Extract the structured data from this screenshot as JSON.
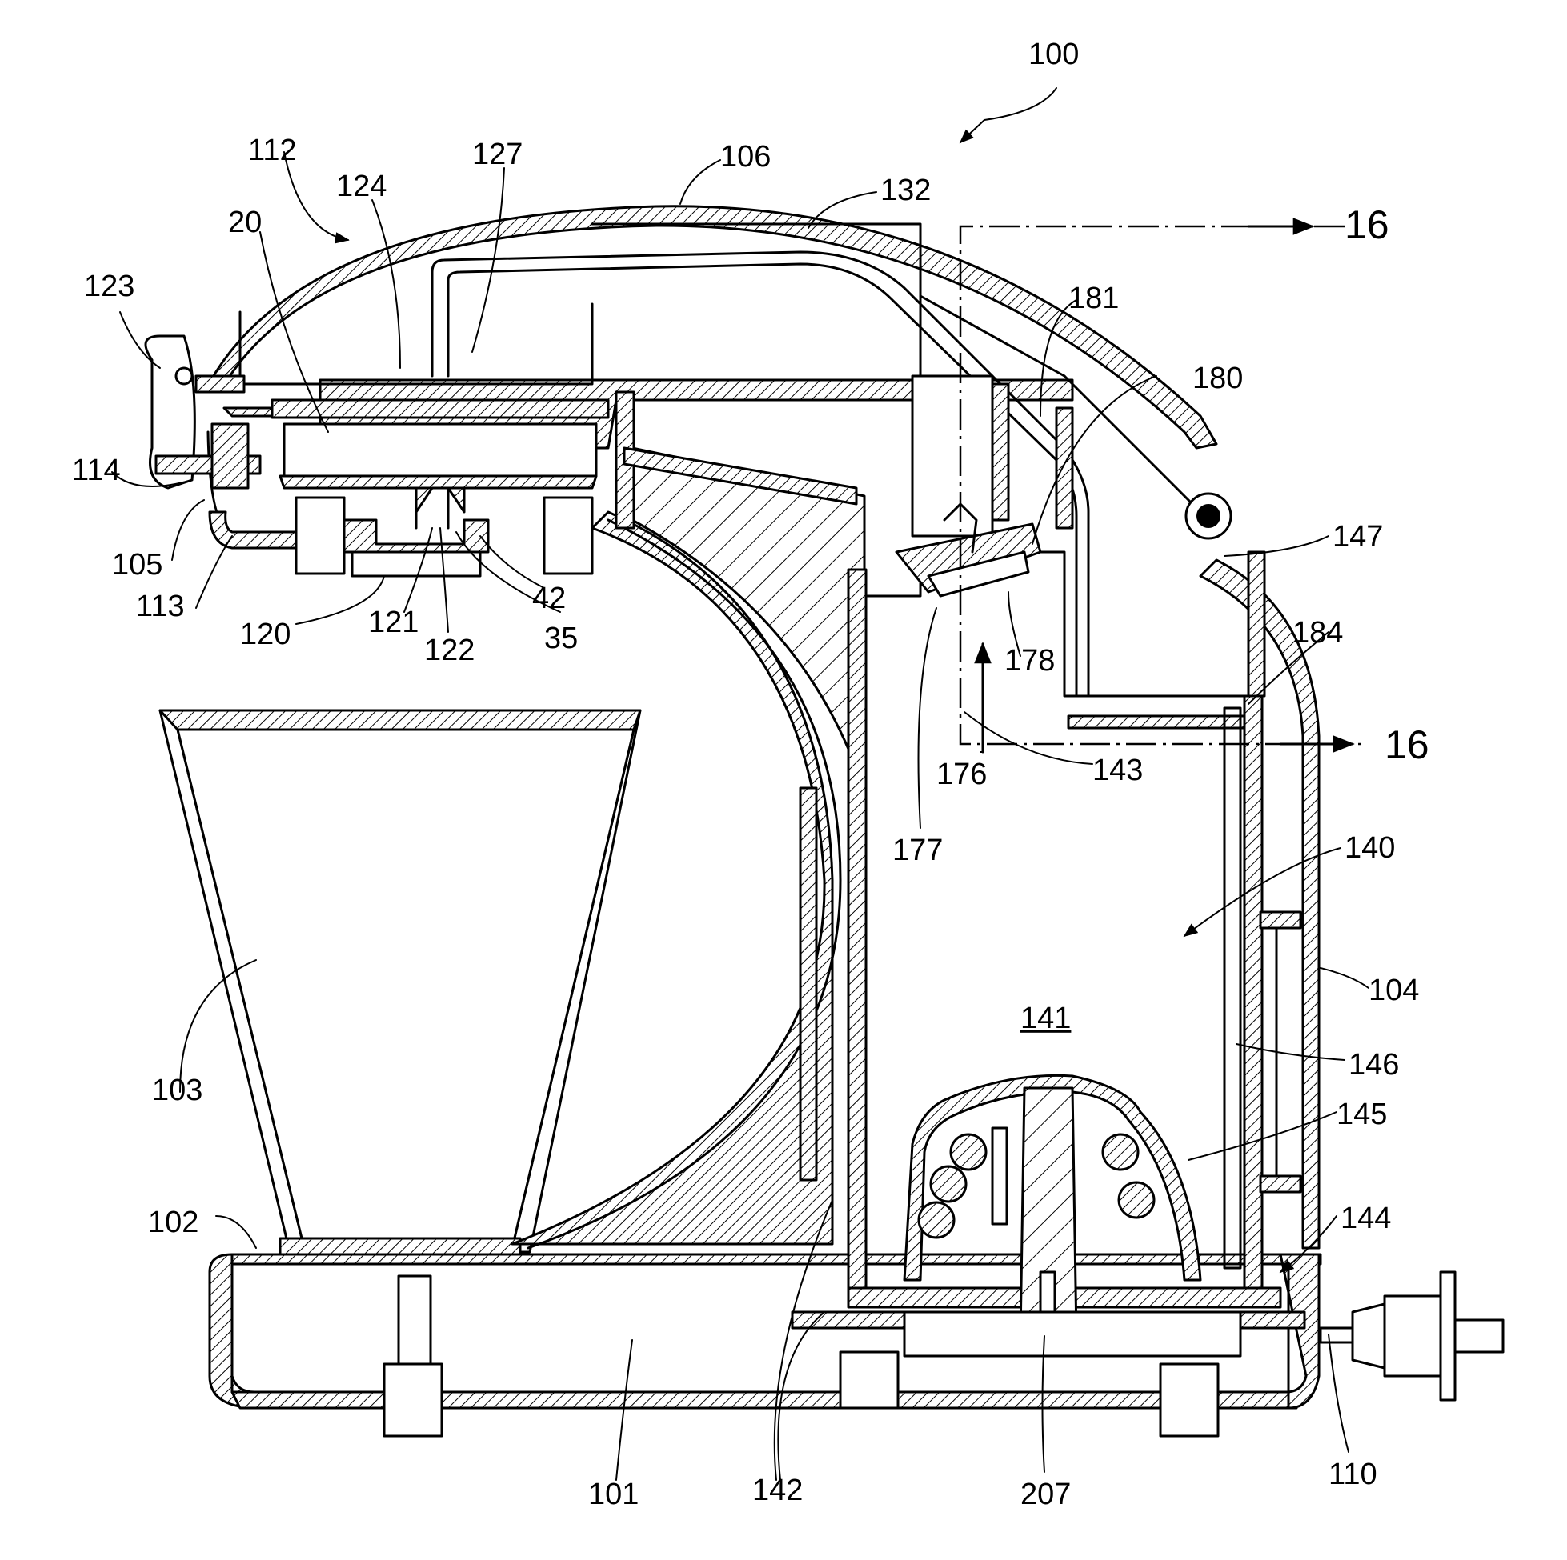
{
  "figure": {
    "reference_labels": {
      "r100": "100",
      "r106": "106",
      "r132": "132",
      "r127": "127",
      "r112": "112",
      "r124": "124",
      "r20": "20",
      "r123": "123",
      "r114": "114",
      "r105": "105",
      "r113": "113",
      "r120": "120",
      "r121": "121",
      "r122": "122",
      "r35": "35",
      "r42": "42",
      "r181": "181",
      "r180": "180",
      "r147": "147",
      "r184": "184",
      "r178": "178",
      "r176": "176",
      "r177": "177",
      "r143": "143",
      "r140": "140",
      "r141": "141",
      "r104": "104",
      "r146": "146",
      "r145": "145",
      "r144": "144",
      "r103": "103",
      "r102": "102",
      "r101": "101",
      "r142": "142",
      "r207": "207",
      "r110": "110"
    },
    "section_marks": {
      "top": "16",
      "bottom": "16"
    }
  }
}
